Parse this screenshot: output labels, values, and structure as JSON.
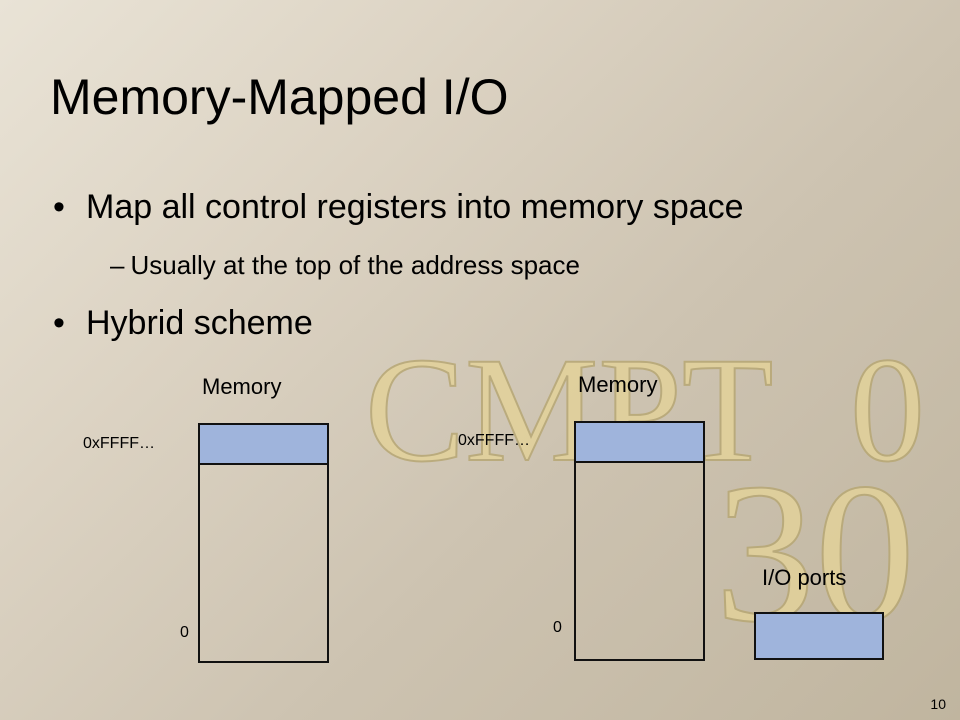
{
  "slide": {
    "title": "Memory-Mapped I/O",
    "bullets": [
      {
        "text": "Map all control registers into memory space",
        "sub": "Usually at the top of the address space"
      },
      {
        "text": "Hybrid scheme"
      }
    ],
    "bullet_symbol": "•",
    "sub_bullet_symbol": "–",
    "page_number": "10"
  },
  "diagram_left": {
    "label": "Memory",
    "top_address": "0xFFFF…",
    "bottom_address": "0"
  },
  "diagram_right": {
    "label": "Memory",
    "top_address": "0xFFFF…",
    "bottom_address": "0",
    "io_label": "I/O ports"
  },
  "watermark": {
    "text_line1": "CMPT",
    "text_line2": "30",
    "text_line3": "0"
  },
  "colors": {
    "region_fill": "#9fb4dc",
    "watermark_fill": "#e3d29a",
    "watermark_stroke": "#b7a774"
  }
}
